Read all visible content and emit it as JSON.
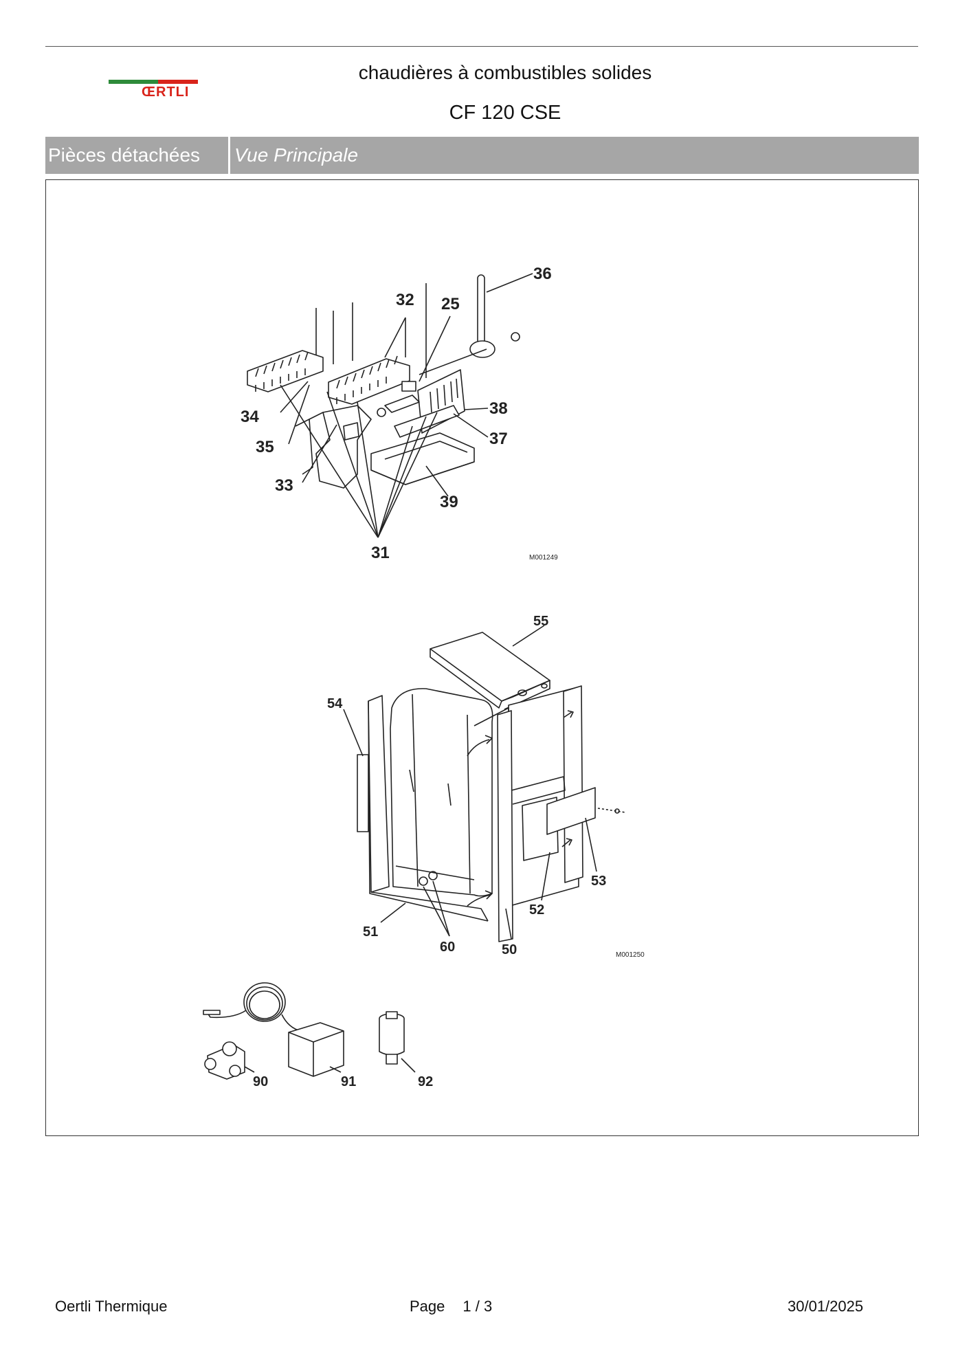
{
  "header": {
    "brand": "ŒRTLI",
    "title": "chaudières à combustibles solides",
    "model": "CF 120 CSE"
  },
  "section_bar": {
    "category": "Pièces détachées",
    "view": "Vue Principale"
  },
  "figures": {
    "fig1_code": "M001249",
    "fig2_code": "M001250",
    "fig1_labels": [
      "36",
      "32",
      "25",
      "34",
      "38",
      "37",
      "35",
      "33",
      "39",
      "31"
    ],
    "fig2_labels": [
      "55",
      "54",
      "53",
      "52",
      "51",
      "60",
      "50"
    ],
    "fig3_labels": [
      "90",
      "91",
      "92"
    ]
  },
  "footer": {
    "company": "Oertli Thermique",
    "page_label": "Page",
    "page_number": "1 / 3",
    "date": "30/01/2025"
  }
}
